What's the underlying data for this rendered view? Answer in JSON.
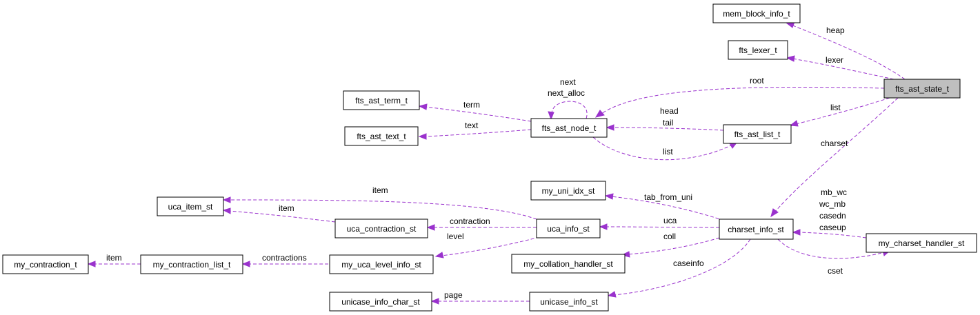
{
  "diagram": {
    "nodes": {
      "fts_ast_state_t": "fts_ast_state_t",
      "mem_block_info_t": "mem_block_info_t",
      "fts_lexer_t": "fts_lexer_t",
      "fts_ast_node_t": "fts_ast_node_t",
      "fts_ast_term_t": "fts_ast_term_t",
      "fts_ast_text_t": "fts_ast_text_t",
      "fts_ast_list_t": "fts_ast_list_t",
      "charset_info_st": "charset_info_st",
      "my_uni_idx_st": "my_uni_idx_st",
      "uca_info_st": "uca_info_st",
      "uca_item_st": "uca_item_st",
      "uca_contraction_st": "uca_contraction_st",
      "my_uca_level_info_st": "my_uca_level_info_st",
      "my_contraction_list_t": "my_contraction_list_t",
      "my_contraction_t": "my_contraction_t",
      "my_collation_handler_st": "my_collation_handler_st",
      "unicase_info_st": "unicase_info_st",
      "unicase_info_char_st": "unicase_info_char_st",
      "my_charset_handler_st": "my_charset_handler_st"
    },
    "edges": {
      "heap": "heap",
      "lexer": "lexer",
      "root": "root",
      "list_state": "list",
      "charset": "charset",
      "next": "next",
      "next_alloc": "next_alloc",
      "term": "term",
      "text": "text",
      "head": "head",
      "tail": "tail",
      "list_node": "list",
      "tab_from_uni": "tab_from_uni",
      "uca": "uca",
      "coll": "coll",
      "caseinfo": "caseinfo",
      "mb_wc": "mb_wc",
      "wc_mb": "wc_mb",
      "casedn": "casedn",
      "caseup": "caseup",
      "cset": "cset",
      "item_uca": "item",
      "item_contraction": "item",
      "contraction": "contraction",
      "level": "level",
      "contractions": "contractions",
      "item_list": "item",
      "page": "page"
    },
    "colors": {
      "edge": "#9a32cd",
      "highlight_fill": "#bfbfbf"
    }
  }
}
